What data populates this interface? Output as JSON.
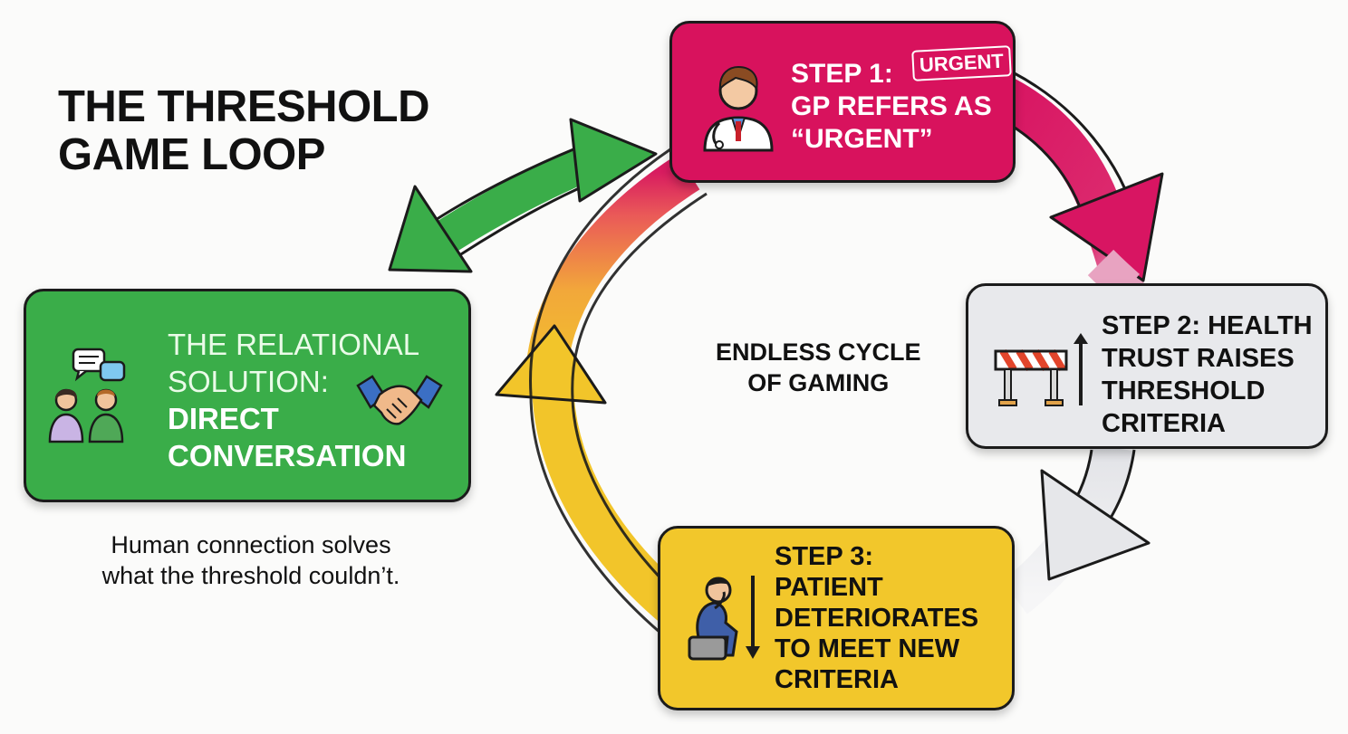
{
  "title": {
    "line1": "THE THRESHOLD",
    "line2": "GAME LOOP"
  },
  "center_label": {
    "line1": "ENDLESS CYCLE",
    "line2": "OF GAMING"
  },
  "step1": {
    "line1": "STEP 1:",
    "line2": "GP REFERS AS",
    "line3": "“URGENT”",
    "stamp": "URGENT",
    "icon": "doctor-icon",
    "color": "#d8125d"
  },
  "step2": {
    "line1": "STEP 2: HEALTH",
    "line2": "TRUST RAISES",
    "line3": "THRESHOLD",
    "line4": "CRITERIA",
    "icon": "barrier-raise-icon",
    "color": "#e8e9ec"
  },
  "step3": {
    "line1": "STEP 3:",
    "line2": "PATIENT",
    "line3": "DETERIORATES",
    "line4": "TO MEET NEW",
    "line5": "CRITERIA",
    "icon": "distressed-patient-icon",
    "color": "#f2c72b"
  },
  "solution": {
    "line1": "THE RELATIONAL",
    "line2": "SOLUTION:",
    "line3": "DIRECT",
    "line4": "CONVERSATION",
    "icons": [
      "chat-bubbles-icon",
      "two-people-icon",
      "handshake-icon"
    ],
    "color": "#3aad49"
  },
  "caption": {
    "line1": "Human connection solves",
    "line2": "what the threshold couldn’t."
  }
}
